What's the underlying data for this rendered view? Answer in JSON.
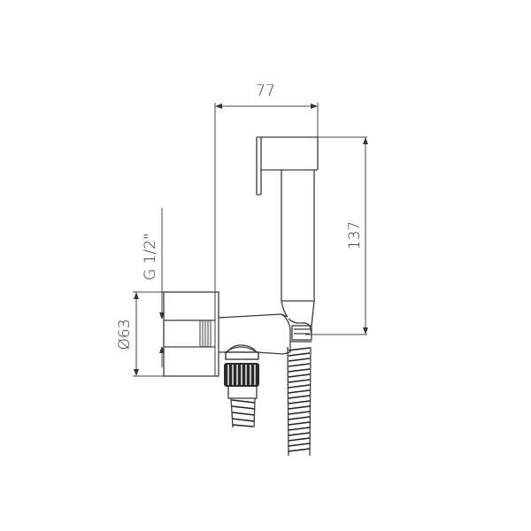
{
  "drawing": {
    "title": "Bidet shower handset with wall outlet - technical drawing",
    "units": "mm",
    "colors": {
      "background": "#ffffff",
      "line": "#3a3a3a",
      "dimension": "#444444"
    },
    "dimensions": {
      "width_label": "77",
      "height_label": "137",
      "diameter_label": "Ø63",
      "thread_label": "G 1/2\""
    }
  }
}
